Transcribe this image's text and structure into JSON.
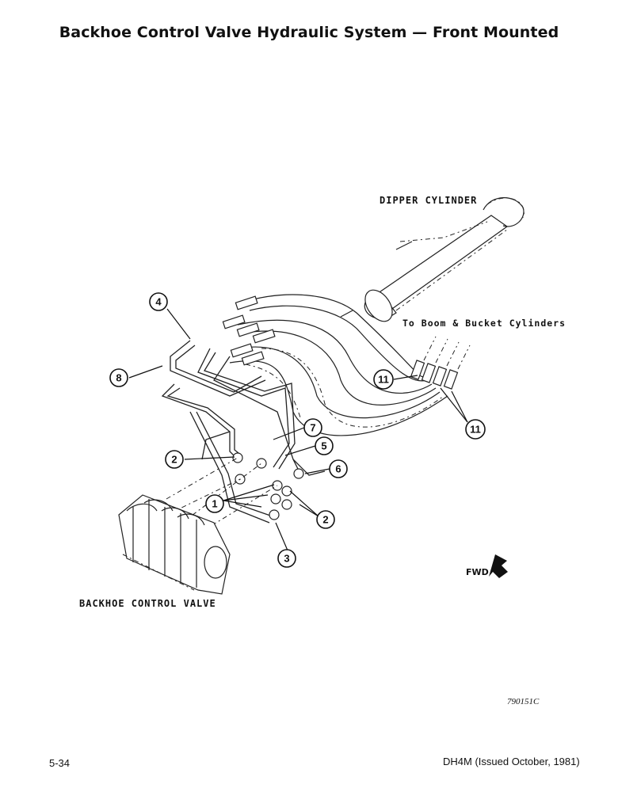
{
  "header": {
    "title": "Backhoe Control Valve Hydraulic System — Front Mounted"
  },
  "labels": {
    "dipper_cylinder": "DIPPER CYLINDER",
    "boom_bucket": "To Boom & Bucket Cylinders",
    "control_valve": "BACKHOE CONTROL VALVE",
    "fwd": "FWD"
  },
  "callouts": [
    "4",
    "8",
    "7",
    "5",
    "6",
    "2",
    "1",
    "2",
    "3",
    "11",
    "11"
  ],
  "figure_ref": "790151C",
  "footer": {
    "page": "5-34",
    "document": "DH4M (Issued October, 1981)"
  }
}
